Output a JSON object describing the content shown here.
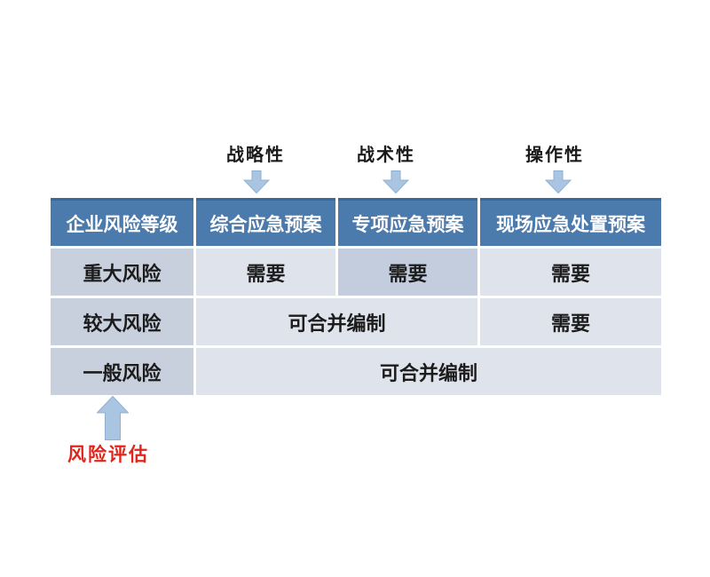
{
  "top_labels": {
    "strategic": "战略性",
    "tactical": "战术性",
    "operational": "操作性"
  },
  "table": {
    "headers": [
      "企业风险等级",
      "综合应急预案",
      "专项应急预案",
      "现场应急处置预案"
    ],
    "rows": [
      {
        "label": "重大风险",
        "cells": [
          {
            "text": "需要"
          },
          {
            "text": "需要",
            "highlighted": true
          },
          {
            "text": "需要"
          }
        ]
      },
      {
        "label": "较大风险",
        "cells": [
          {
            "text": "可合并编制",
            "span": 2
          },
          {
            "text": "需要"
          }
        ]
      },
      {
        "label": "一般风险",
        "cells": [
          {
            "text": "可合并编制",
            "span": 3
          }
        ]
      }
    ]
  },
  "footer": {
    "risk_assessment_label": "风险评估"
  },
  "icons": {
    "down_arrow": "down-arrow",
    "up_arrow": "up-arrow"
  },
  "colors": {
    "page_bg": "#ffffff",
    "header_bg": "#4b7aad",
    "header_top_border": "#3a6899",
    "header_text": "#ffffff",
    "row_label_bg": "#c8cfdd",
    "cell_bg": "#dfe3ec",
    "highlight_cell_bg": "#c3cddd",
    "arrow_fill": "#a9c5e1",
    "arrow_stroke": "#8fb0d3",
    "risk_label_color": "#e1251b"
  }
}
